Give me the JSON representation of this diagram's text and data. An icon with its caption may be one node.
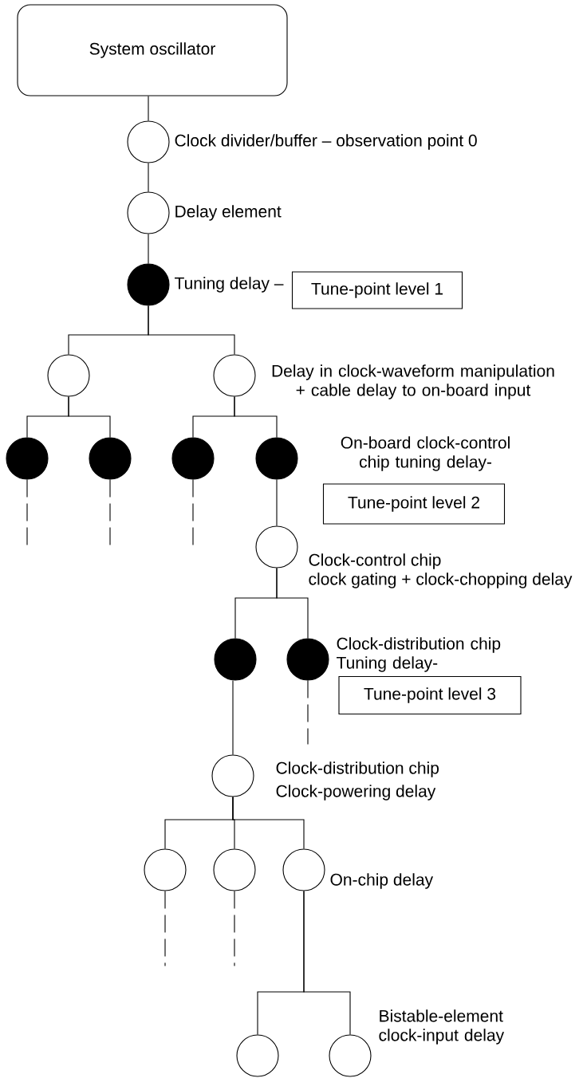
{
  "diagram": {
    "nodes": [
      {
        "text": [
          "System oscillator"
        ]
      },
      {
        "text": [],
        "shape": "circle",
        "beside": [
          "Clock divider/buffer – observation point 0"
        ]
      },
      {
        "text": [],
        "shape": "circle",
        "beside": [
          "Delay element"
        ]
      },
      {
        "text": [],
        "shape": "dot",
        "beside": [
          "Tuning delay –"
        ]
      },
      {
        "text": [
          "Tune-point level 1"
        ]
      },
      {
        "text": [],
        "shape": "circle"
      },
      {
        "text": [],
        "shape": "circle",
        "beside": [
          "Delay in clock-waveform manipulation + cable delay to on-board input"
        ]
      },
      {
        "text": [],
        "shape": "dot"
      },
      {
        "text": [],
        "shape": "dot"
      },
      {
        "text": [],
        "shape": "dot"
      },
      {
        "text": [],
        "shape": "dot"
      },
      {
        "text": [
          "Tune-point level 2"
        ]
      },
      {
        "text": [],
        "shape": "circle",
        "beside": [
          "Clock-control chip",
          "clock gating + clock-chopping delay"
        ]
      },
      {
        "text": [],
        "shape": "dot"
      },
      {
        "text": [],
        "shape": "dot",
        "beside": [
          "Clock-distribution chip Tuning delay-"
        ]
      },
      {
        "text": [
          "Tune-point level 3"
        ]
      },
      {
        "text": [],
        "shape": "circle",
        "beside": [
          "Clock-distribution chip",
          "Clock-powering delay"
        ]
      },
      {
        "text": [],
        "shape": "circle"
      },
      {
        "text": [],
        "shape": "circle"
      },
      {
        "text": [],
        "shape": "circle",
        "beside": [
          "On-chip delay"
        ]
      },
      {
        "text": [],
        "shape": "circle"
      },
      {
        "text": [],
        "shape": "circle",
        "beside": [
          "Bistable-element clock-input delay"
        ]
      }
    ],
    "edges": [
      {
        "from": 0,
        "to": 1,
        "arrow": "none"
      },
      {
        "from": 1,
        "to": 2,
        "arrow": "none"
      },
      {
        "from": 2,
        "to": 3,
        "arrow": "none"
      },
      {
        "from": 3,
        "to": 5,
        "arrow": "none"
      },
      {
        "from": 3,
        "to": 6,
        "arrow": "none"
      },
      {
        "from": 5,
        "to": 7,
        "arrow": "none"
      },
      {
        "from": 5,
        "to": 8,
        "arrow": "none"
      },
      {
        "from": 6,
        "to": 9,
        "arrow": "none"
      },
      {
        "from": 6,
        "to": 10,
        "arrow": "none"
      },
      {
        "from": 7,
        "to": null,
        "arrow": "none",
        "style": "dashed"
      },
      {
        "from": 8,
        "to": null,
        "arrow": "none",
        "style": "dashed"
      },
      {
        "from": 9,
        "to": null,
        "arrow": "none",
        "style": "dashed"
      },
      {
        "from": 10,
        "to": 12,
        "arrow": "none"
      },
      {
        "from": 12,
        "to": 13,
        "arrow": "none"
      },
      {
        "from": 12,
        "to": 14,
        "arrow": "none"
      },
      {
        "from": 14,
        "to": null,
        "arrow": "none",
        "style": "dashed"
      },
      {
        "from": 13,
        "to": 16,
        "arrow": "none"
      },
      {
        "from": 16,
        "to": 17,
        "arrow": "none"
      },
      {
        "from": 16,
        "to": 18,
        "arrow": "none"
      },
      {
        "from": 16,
        "to": 19,
        "arrow": "none"
      },
      {
        "from": 17,
        "to": null,
        "arrow": "none",
        "style": "dashed"
      },
      {
        "from": 18,
        "to": null,
        "arrow": "none",
        "style": "dashed"
      },
      {
        "from": 19,
        "to": 20,
        "arrow": "none"
      },
      {
        "from": 19,
        "to": 21,
        "arrow": "none"
      }
    ],
    "labels": [
      "On-board clock-control chip tuning delay-"
    ]
  }
}
